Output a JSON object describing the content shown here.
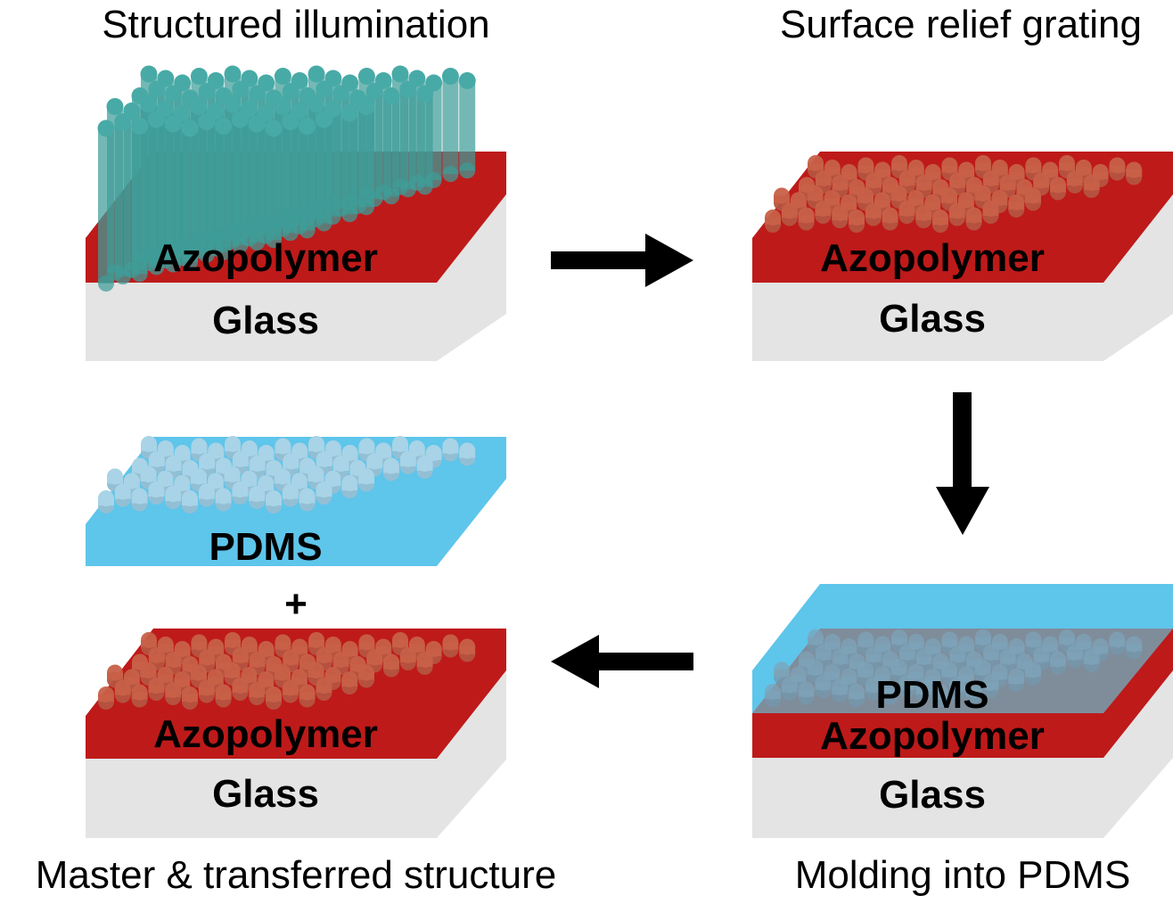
{
  "colors": {
    "azopolymer": "#be1a1a",
    "glass_front": "#e4e4e4",
    "glass_side": "#e4e4e4",
    "pdms": "#5ec5eb",
    "light_pillar": "#3f9c99",
    "relief_bump": "#c76048",
    "pdms_bump": "#a9d3e6",
    "pdms_overlay": "#7f8d9b",
    "arrow": "#000000",
    "text": "#000000"
  },
  "panels": [
    {
      "id": "structured-illumination",
      "title": "Structured illumination",
      "layers": [
        "Azopolymer",
        "Glass"
      ]
    },
    {
      "id": "surface-relief-grating",
      "title": "Surface relief grating",
      "layers": [
        "Azopolymer",
        "Glass"
      ]
    },
    {
      "id": "molding-into-pdms",
      "title": "Molding into PDMS",
      "layers": [
        "PDMS",
        "Azopolymer",
        "Glass"
      ]
    },
    {
      "id": "master-transferred",
      "title": "Master & transferred structure",
      "layers": [
        "PDMS",
        "Azopolymer",
        "Glass"
      ],
      "combiner": "+"
    }
  ],
  "flow": [
    {
      "from": "structured-illumination",
      "to": "surface-relief-grating",
      "direction": "right"
    },
    {
      "from": "surface-relief-grating",
      "to": "molding-into-pdms",
      "direction": "down"
    },
    {
      "from": "molding-into-pdms",
      "to": "master-transferred",
      "direction": "left"
    }
  ]
}
